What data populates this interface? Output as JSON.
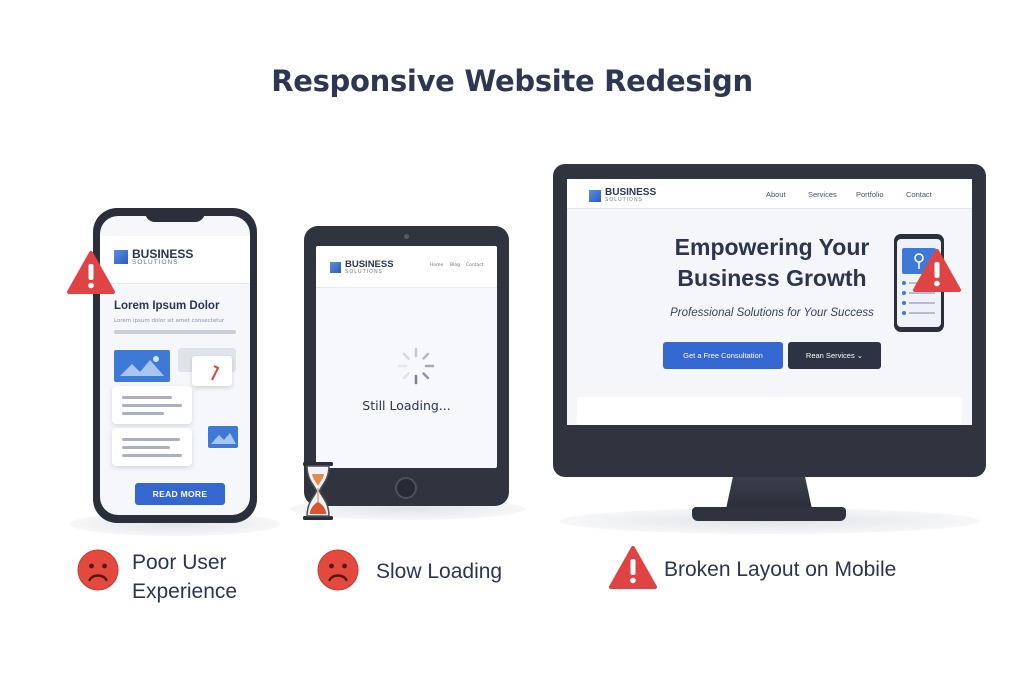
{
  "title": "Responsive Website Redesign",
  "brand": {
    "name": "BUSINESS",
    "tagline": "SOLUTIONS"
  },
  "phone": {
    "heading": "Lorem Ipsum Dolor",
    "subtext": "Lorem ipsum dolor sit amet consectetur",
    "button": "READ MORE"
  },
  "tablet": {
    "nav": [
      "Home",
      "Blog",
      "Contact"
    ],
    "loading_text": "Still Loading..."
  },
  "desktop": {
    "nav": [
      "About",
      "Services",
      "Portfolio",
      "Contact"
    ],
    "headline_line1": "Empowering Your",
    "headline_line2": "Business Growth",
    "subheadline": "Professional Solutions for Your Success",
    "primary_button": "Get a Free Consultation",
    "secondary_button": "Rean Services ⌄"
  },
  "issues": [
    {
      "icon": "sad-face-icon",
      "line1": "Poor User",
      "line2": "Experience"
    },
    {
      "icon": "sad-face-icon",
      "line1": "Slow Loading"
    },
    {
      "icon": "warning-icon",
      "line1": "Broken Layout on Mobile"
    }
  ],
  "colors": {
    "accent": "#3467d0",
    "warning": "#e04343",
    "dark": "#2b3550",
    "device": "#30343f"
  }
}
